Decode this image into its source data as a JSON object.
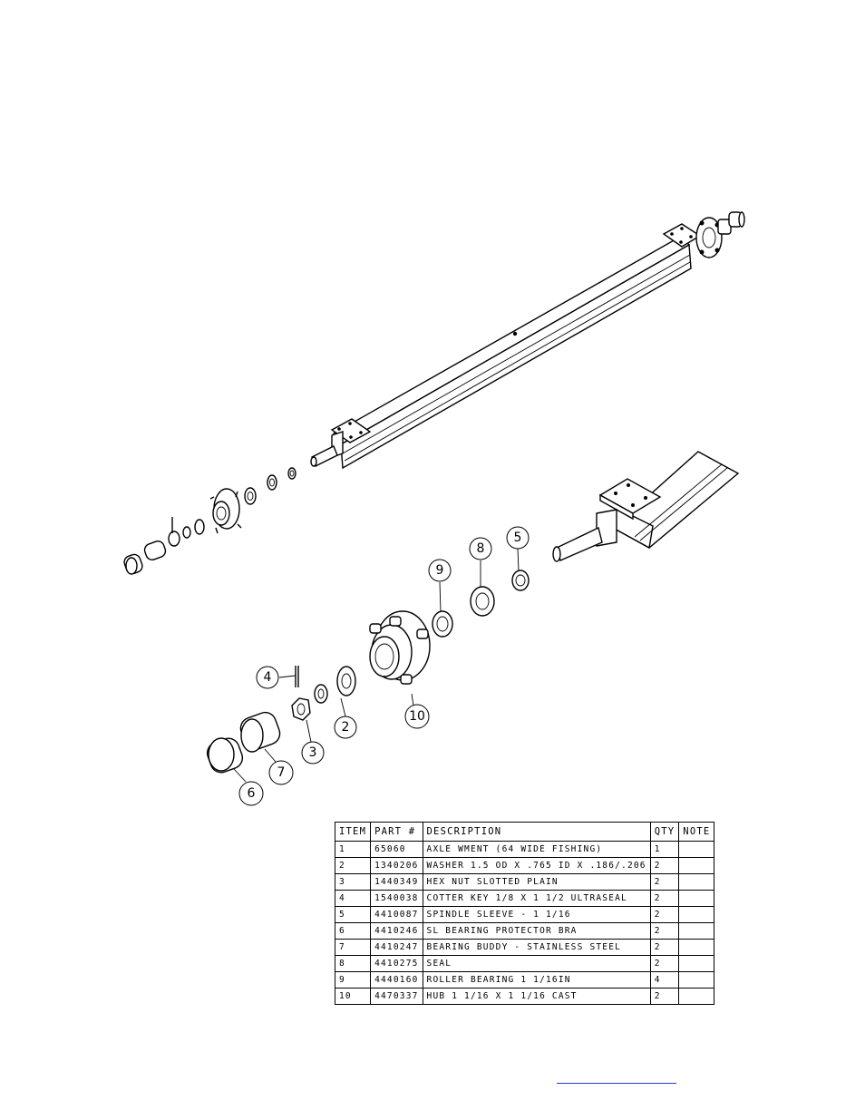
{
  "callouts": [
    "2",
    "3",
    "4",
    "5",
    "6",
    "7",
    "8",
    "9",
    "10"
  ],
  "bom": {
    "headers": [
      "ITEM",
      "PART #",
      "DESCRIPTION",
      "QTY",
      "NOTE"
    ],
    "rows": [
      {
        "item": "1",
        "part": "65060",
        "description": "AXLE WMENT (64 WIDE FISHING)",
        "qty": "1",
        "note": ""
      },
      {
        "item": "2",
        "part": "1340206",
        "description": "WASHER 1.5 OD X .765 ID X .186/.206",
        "qty": "2",
        "note": ""
      },
      {
        "item": "3",
        "part": "1440349",
        "description": "HEX NUT SLOTTED PLAIN",
        "qty": "2",
        "note": ""
      },
      {
        "item": "4",
        "part": "1540038",
        "description": "COTTER KEY 1/8 X 1 1/2 ULTRASEAL",
        "qty": "2",
        "note": ""
      },
      {
        "item": "5",
        "part": "4410087",
        "description": "SPINDLE SLEEVE - 1 1/16",
        "qty": "2",
        "note": ""
      },
      {
        "item": "6",
        "part": "4410246",
        "description": "SL BEARING PROTECTOR BRA",
        "qty": "2",
        "note": ""
      },
      {
        "item": "7",
        "part": "4410247",
        "description": "BEARING BUDDY - STAINLESS STEEL",
        "qty": "2",
        "note": ""
      },
      {
        "item": "8",
        "part": "4410275",
        "description": "SEAL",
        "qty": "2",
        "note": ""
      },
      {
        "item": "9",
        "part": "4440160",
        "description": "ROLLER BEARING   1 1/16IN",
        "qty": "4",
        "note": ""
      },
      {
        "item": "10",
        "part": "4470337",
        "description": "HUB   1 1/16 X 1 1/16 CAST",
        "qty": "2",
        "note": ""
      }
    ]
  },
  "colors": {
    "line": "#000000",
    "link": "#2b3fd6",
    "background": "#ffffff"
  }
}
